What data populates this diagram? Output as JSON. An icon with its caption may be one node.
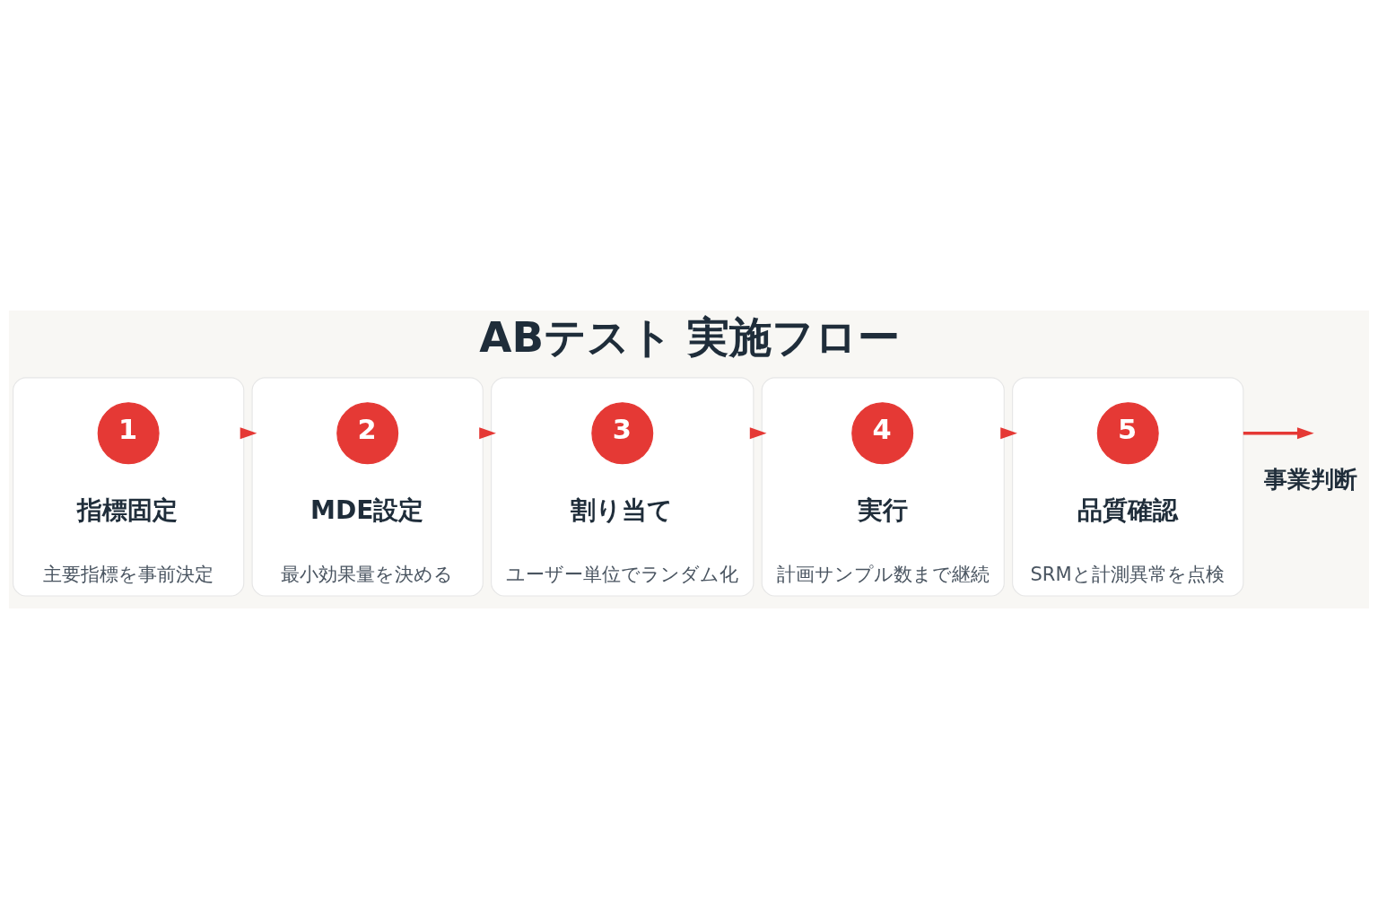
{
  "diagram": {
    "title": "ABテスト 実施フロー",
    "nodes": [
      {
        "text": [
          "指標固定",
          "主要指標を事前決定"
        ]
      },
      {
        "text": [
          "1"
        ],
        "in": 0
      },
      {
        "text": [
          "MDE設定",
          "最小効果量を決める"
        ]
      },
      {
        "text": [
          "2"
        ],
        "in": 2
      },
      {
        "text": [
          "割り当て",
          "ユーザー単位でランダム化"
        ]
      },
      {
        "text": [
          "3"
        ],
        "in": 4
      },
      {
        "text": [
          "実行",
          "計画サンプル数まで継続"
        ]
      },
      {
        "text": [
          "4"
        ],
        "in": 6
      },
      {
        "text": [
          "品質確認",
          "SRMと計測異常を点検"
        ]
      },
      {
        "text": [
          "5"
        ],
        "in": 8
      }
    ],
    "edges": [
      {
        "from": 0,
        "to": 2,
        "arrow": "to"
      },
      {
        "from": 2,
        "to": 4,
        "arrow": "to"
      },
      {
        "from": 4,
        "to": 6,
        "arrow": "to"
      },
      {
        "from": 6,
        "to": 8,
        "arrow": "to"
      },
      {
        "from": 8,
        "to": null,
        "arrow": "to"
      }
    ],
    "labels": [
      "事業判断"
    ]
  }
}
